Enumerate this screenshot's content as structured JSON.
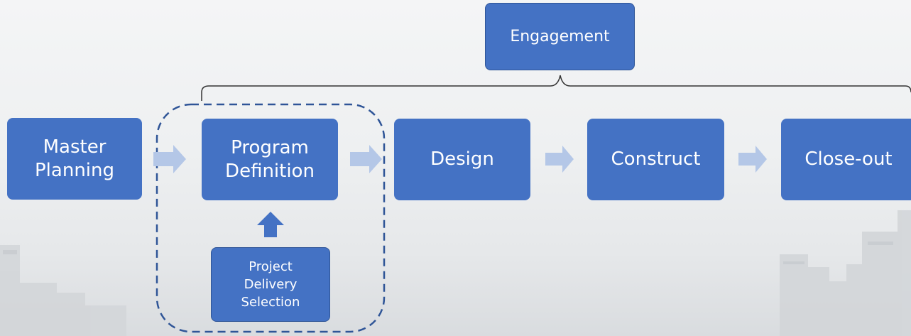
{
  "diagram": {
    "top_box": {
      "label": "Engagement"
    },
    "stages": [
      {
        "label": "Master\nPlanning"
      },
      {
        "label": "Program\nDefinition"
      },
      {
        "label": "Design"
      },
      {
        "label": "Construct"
      },
      {
        "label": "Close-out"
      }
    ],
    "sub_box": {
      "label": "Project\nDelivery\nSelection"
    },
    "colors": {
      "box_fill": "#4472c4",
      "box_text": "#ffffff",
      "arrow": "#b4c7e7",
      "up_arrow": "#4472c4",
      "dashed_outline": "#2f5597",
      "bracket": "#333333"
    }
  }
}
